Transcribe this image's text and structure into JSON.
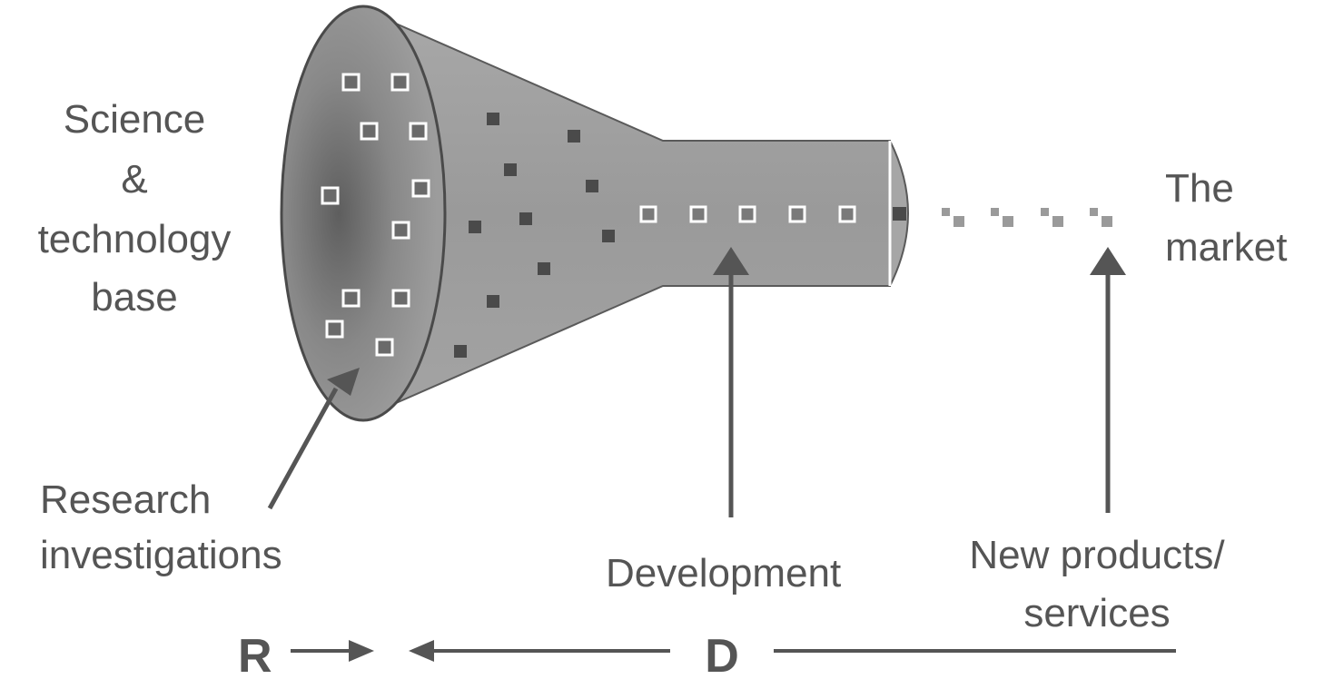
{
  "labels": {
    "science_line1": "Science",
    "science_line2": "&",
    "science_line3": "technology",
    "science_line4": "base",
    "market_line1": "The",
    "market_line2": "market",
    "research_line1": "Research",
    "research_line2": "investigations",
    "development": "Development",
    "new_products_line1": "New products/",
    "new_products_line2": "services",
    "r_label": "R",
    "d_label": "D"
  },
  "colors": {
    "text": "#555555",
    "funnel_fill": "#9a9a9a",
    "funnel_dark": "#6e6e6e",
    "arrow": "#555555",
    "square_dark": "#4a4a4a"
  }
}
